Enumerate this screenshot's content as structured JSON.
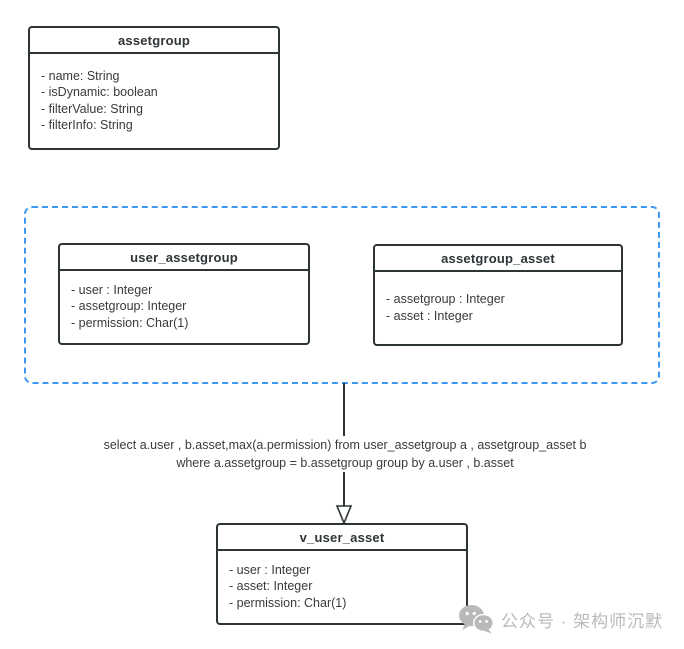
{
  "diagram": {
    "classes": {
      "assetgroup": {
        "title": "assetgroup",
        "fields": [
          "- name: String",
          "- isDynamic: boolean",
          "- filterValue: String",
          "- filterInfo: String"
        ]
      },
      "user_assetgroup": {
        "title": "user_assetgroup",
        "fields": [
          "- user : Integer",
          "- assetgroup: Integer",
          "- permission: Char(1)"
        ]
      },
      "assetgroup_asset": {
        "title": "assetgroup_asset",
        "fields": [
          "- assetgroup : Integer",
          "- asset : Integer"
        ]
      },
      "v_user_asset": {
        "title": "v_user_asset",
        "fields": [
          "- user : Integer",
          "- asset: Integer",
          "- permission: Char(1)"
        ]
      }
    },
    "annotation": {
      "line1": "select a.user , b.asset,max(a.permission) from user_assetgroup a , assetgroup_asset b",
      "line2": "where a.assetgroup = b.assetgroup group by a.user , b.asset"
    },
    "watermark": {
      "icon": "wechat-icon",
      "text": "公众号 · 架构师沉默"
    },
    "colors": {
      "box_border": "#2d3436",
      "group_border": "#3e97f3",
      "text": "#3a3a3a",
      "watermark_gray": "#b9b9b9"
    }
  }
}
